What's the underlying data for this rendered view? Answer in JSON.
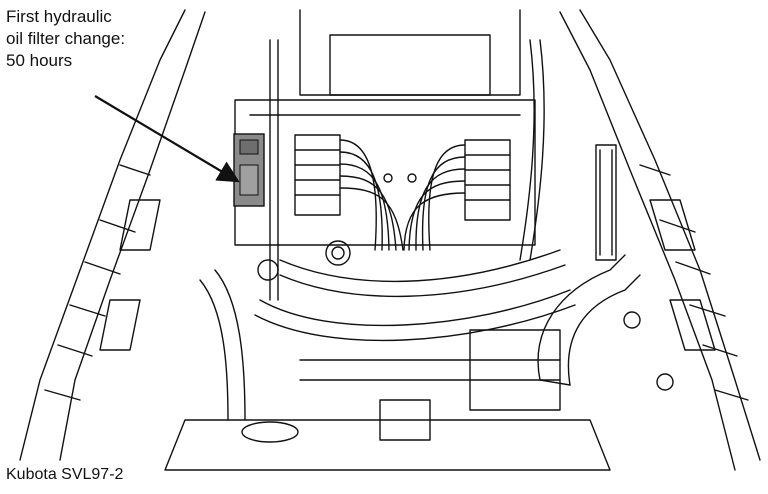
{
  "callout": {
    "line1": "First hydraulic",
    "line2": "oil filter change:",
    "line3": "50 hours"
  },
  "caption": "Kubota SVL97-2",
  "colors": {
    "ink": "#111111",
    "filter_fill": "#8a8a8a",
    "paper": "#ffffff"
  }
}
